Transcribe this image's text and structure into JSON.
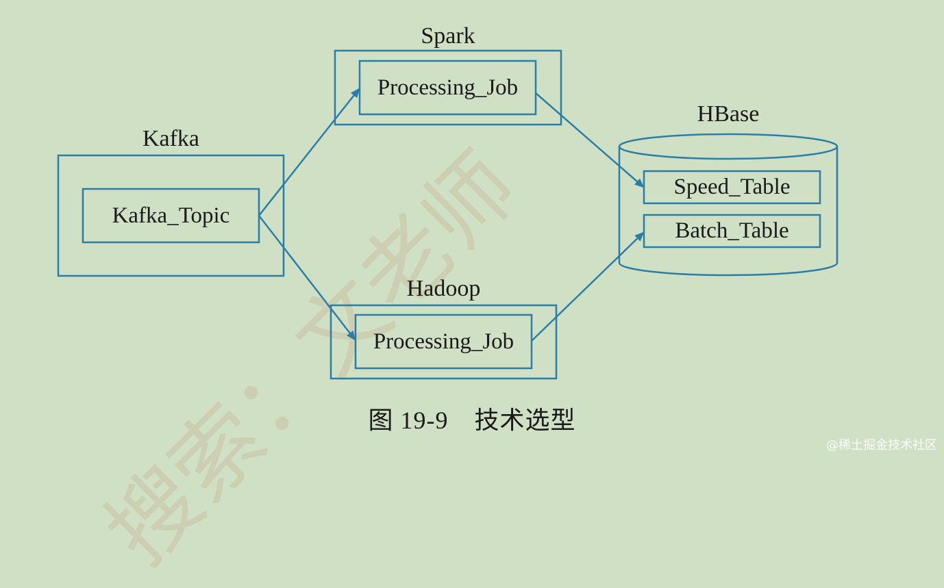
{
  "colors": {
    "background": "#cfe0c4",
    "box_stroke": "#2a7ea6",
    "arrow": "#2a7ea6",
    "text": "#1a1a1a"
  },
  "nodes": {
    "kafka": {
      "group_label": "Kafka",
      "inner_label": "Kafka_Topic"
    },
    "spark": {
      "group_label": "Spark",
      "inner_label": "Processing_Job"
    },
    "hadoop": {
      "group_label": "Hadoop",
      "inner_label": "Processing_Job"
    },
    "hbase": {
      "group_label": "HBase",
      "tables": [
        "Speed_Table",
        "Batch_Table"
      ],
      "shape": "cylinder"
    }
  },
  "edges": [
    {
      "from": "Kafka_Topic",
      "to": "Spark Processing_Job"
    },
    {
      "from": "Kafka_Topic",
      "to": "Hadoop Processing_Job"
    },
    {
      "from": "Spark Processing_Job",
      "to": "Speed_Table"
    },
    {
      "from": "Hadoop Processing_Job",
      "to": "Batch_Table"
    }
  ],
  "caption": {
    "figure_number": "图 19-9",
    "title": "技术选型"
  },
  "watermark": {
    "credit": "@稀土掘金技术社区",
    "background_text": "搜索：文老师"
  }
}
